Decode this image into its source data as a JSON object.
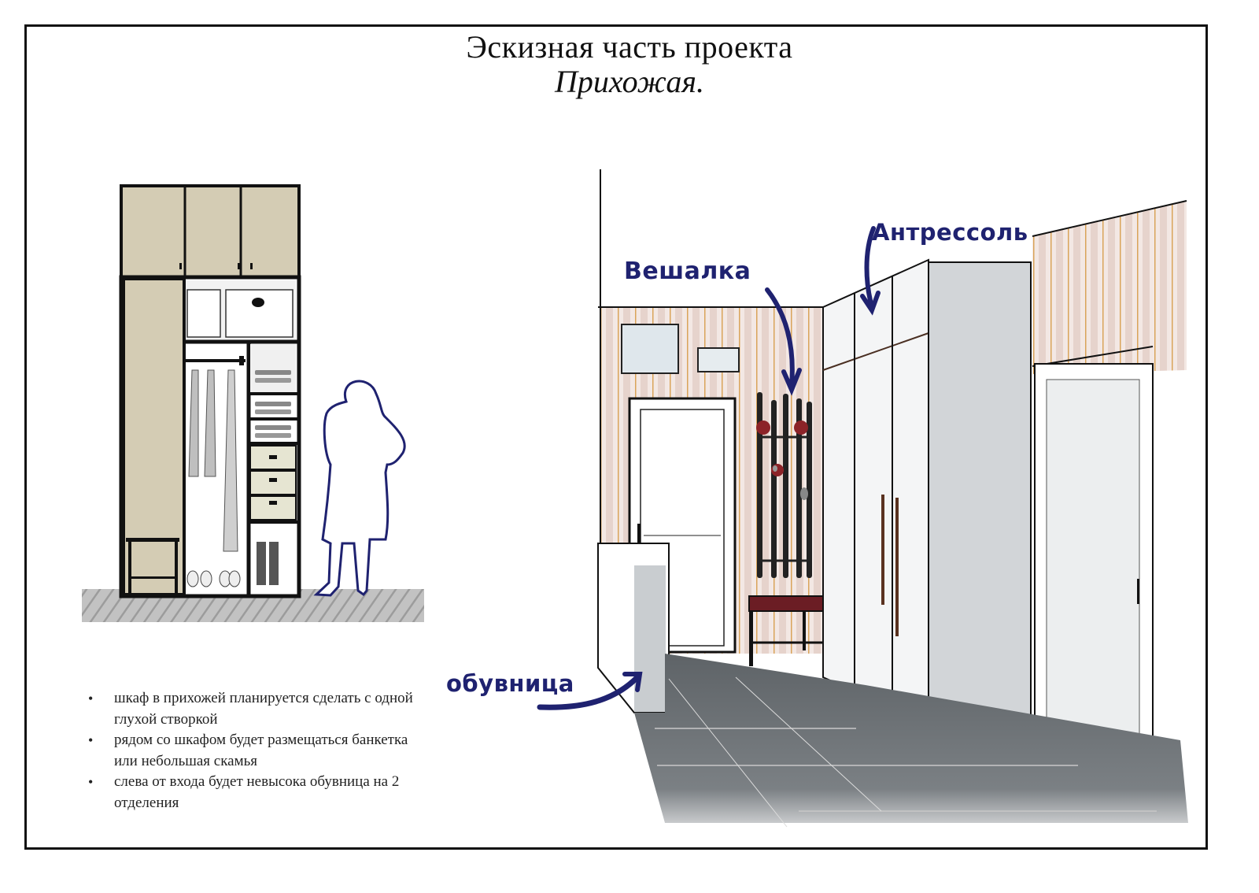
{
  "header": {
    "title": "Эскизная часть проекта",
    "subtitle": "Прихожая."
  },
  "notes": {
    "items": [
      "шкаф в прихожей планируется сделать с одной глухой створкой",
      "рядом со шкафом будет размещаться банкетка или небольшая скамья",
      "слева от входа будет невысока обувница на 2 отделения"
    ]
  },
  "annotations": {
    "hanger": "Вешалка",
    "mezzanine": "Антрессоль",
    "shoe_cabinet": "обувница"
  },
  "colors": {
    "frame": "#111111",
    "cabinet_beige": "#d4ccb4",
    "drawer_cream": "#e6e5d2",
    "annotation_navy": "#1f2270",
    "wall_stripe_pink": "#ead9d3",
    "wall_stripe_gold": "#d9a45a",
    "floor_gray": "#5a5f63",
    "bench_seat": "#6b1d24",
    "hook_red": "#8c2328"
  }
}
